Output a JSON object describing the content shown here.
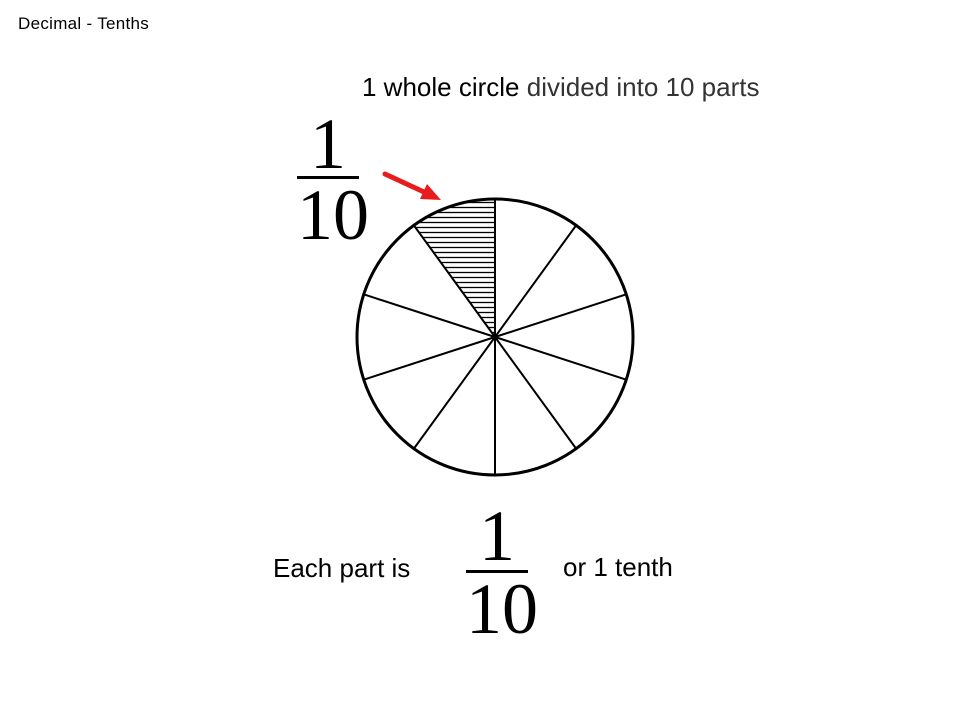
{
  "slide_title": "Decimal - Tenths",
  "heading": {
    "part_a": "1 whole circle",
    "part_b": "divided into 10 parts"
  },
  "fraction_top": {
    "numerator": "1",
    "denominator": "10"
  },
  "fraction_bottom": {
    "numerator": "1",
    "denominator": "10"
  },
  "caption": {
    "left": "Each part is",
    "right": "or 1 tenth"
  },
  "circle": {
    "parts": 10,
    "shaded_parts": 1,
    "shading": "horizontal-hatch"
  },
  "colors": {
    "arrow": "#e81c1c",
    "ink": "#000000"
  },
  "icons": {
    "pointer": "arrow-icon"
  }
}
